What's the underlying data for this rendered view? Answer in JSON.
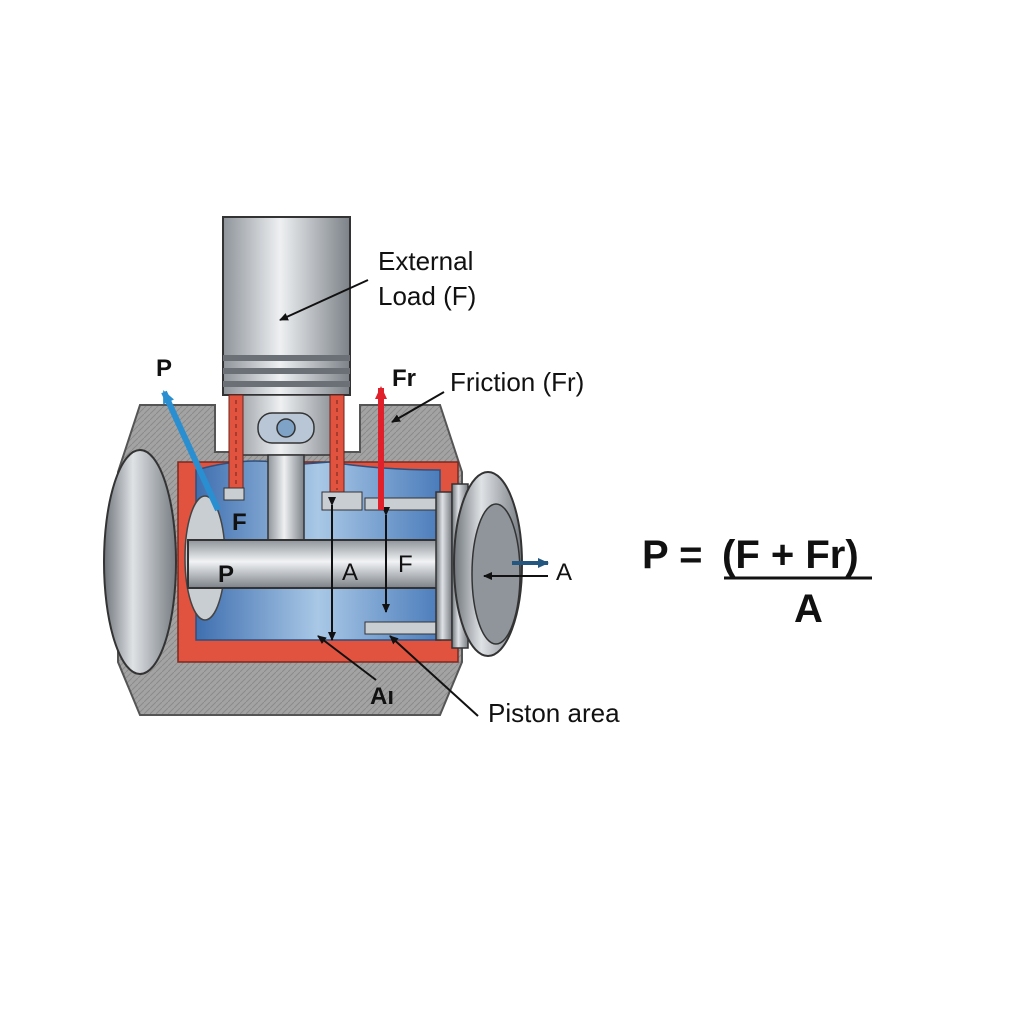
{
  "labels": {
    "external_load": [
      "External",
      "Load (F)"
    ],
    "friction": "Friction (Fr)",
    "piston_area": "Piston area"
  },
  "symbols": {
    "p_top": "P",
    "fr_top": "Fr",
    "f_inner": "F",
    "p_rod": "P",
    "a_rod": "A",
    "f_rod": "F",
    "a_side": "A",
    "a_bottom": "Aı"
  },
  "formula": {
    "lhs": "P =",
    "numerator": "(F + Fr)",
    "denominator": "A"
  },
  "colors": {
    "pressure_arrow": "#2a8fd0",
    "friction_arrow": "#e0212b",
    "fluid": "#5a8fcc",
    "seal": "#e2533f",
    "metal": "#b7bcc2",
    "housing": "#9a9a9a"
  }
}
